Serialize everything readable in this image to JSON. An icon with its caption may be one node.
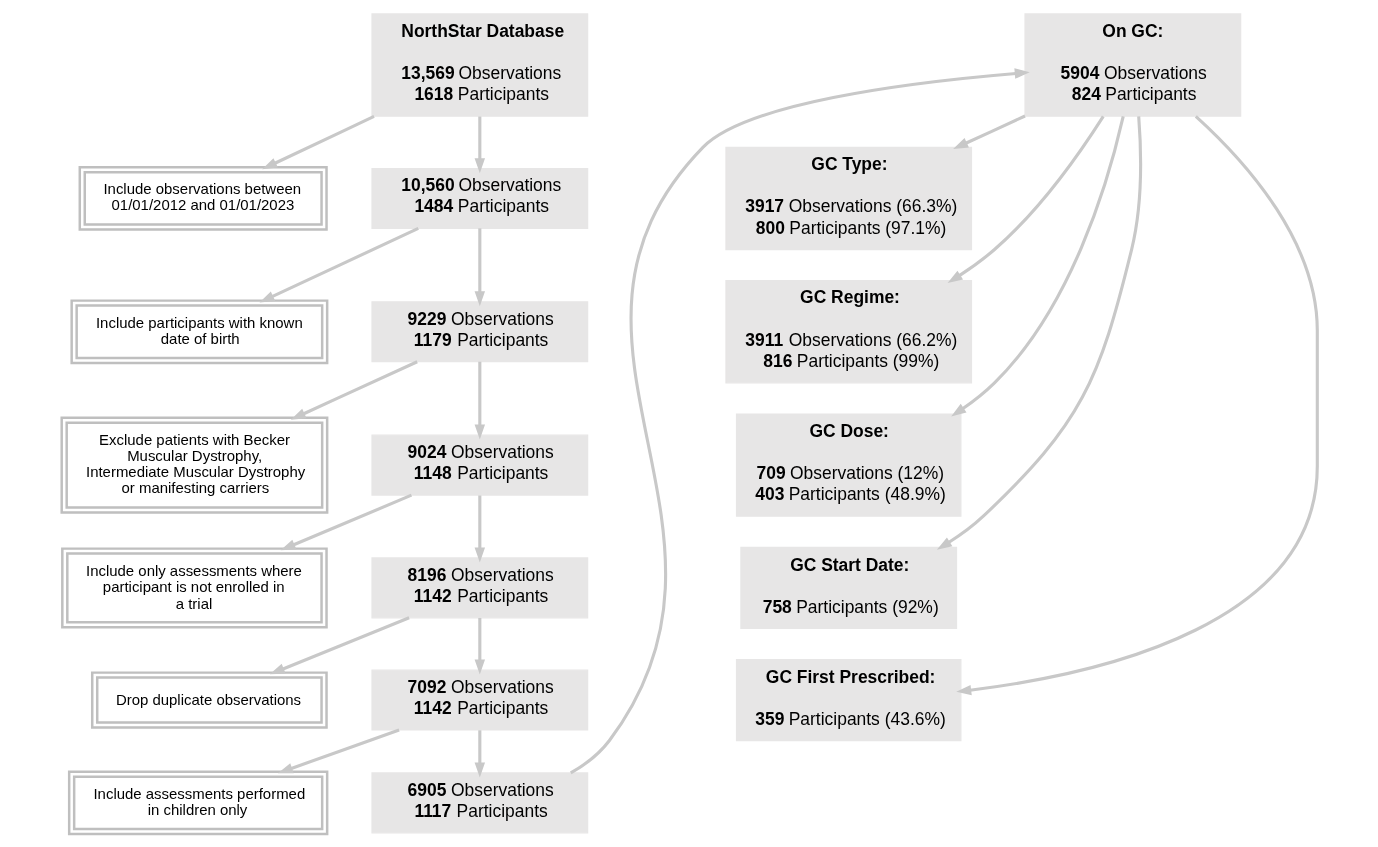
{
  "diagram": {
    "nodes": [
      {
        "text": [
          "NorthStar Database",
          "**13,569** Observations",
          "**1618** Participants"
        ]
      },
      {
        "text": [
          "Include observations between 01/01/2012 and 01/01/2023"
        ]
      },
      {
        "text": [
          "**10,560** Observations",
          "**1484** Participants"
        ]
      },
      {
        "text": [
          "Include participants with known date of birth"
        ]
      },
      {
        "text": [
          "**9229** Observations",
          "**1179** Participants"
        ]
      },
      {
        "text": [
          "Exclude patients with Becker Muscular Dystrophy, Intermediate Muscular Dystrophy or manifesting carriers"
        ]
      },
      {
        "text": [
          "**9024** Observations",
          "**1148** Participants"
        ]
      },
      {
        "text": [
          "Include only assessments where participant is not enrolled in a trial"
        ]
      },
      {
        "text": [
          "**8196** Observations",
          "**1142** Participants"
        ]
      },
      {
        "text": [
          "Drop duplicate observations"
        ]
      },
      {
        "text": [
          "**7092** Observations",
          "**1142** Participants"
        ]
      },
      {
        "text": [
          "Include assessments performed in children only"
        ]
      },
      {
        "text": [
          "**6905** Observations",
          "**1117** Participants"
        ]
      },
      {
        "text": [
          "On GC:",
          "**5904** Observations",
          "**824** Participants"
        ]
      },
      {
        "text": [
          "GC Type:",
          "**3917** Observations (66.3%)",
          "**800** Participants (97.1%)"
        ]
      },
      {
        "text": [
          "GC Regime:",
          "**3911** Observations (66.2%)",
          "**816** Participants (99%)"
        ]
      },
      {
        "text": [
          "GC Dose:",
          "**709** Observations (12%)",
          "**403** Participants (48.9%)"
        ]
      },
      {
        "text": [
          "GC Start Date:",
          "**758** Participants (92%)"
        ]
      },
      {
        "text": [
          "GC First Prescribed:",
          "**359** Participants (43.6%)"
        ]
      }
    ],
    "edges": [
      {
        "from": 0,
        "to": 2,
        "arrow": "to"
      },
      {
        "from": 0,
        "to": 1,
        "arrow": "to"
      },
      {
        "from": 2,
        "to": 4,
        "arrow": "to"
      },
      {
        "from": 2,
        "to": 3,
        "arrow": "to"
      },
      {
        "from": 4,
        "to": 6,
        "arrow": "to"
      },
      {
        "from": 4,
        "to": 5,
        "arrow": "to"
      },
      {
        "from": 6,
        "to": 8,
        "arrow": "to"
      },
      {
        "from": 6,
        "to": 7,
        "arrow": "to"
      },
      {
        "from": 8,
        "to": 10,
        "arrow": "to"
      },
      {
        "from": 8,
        "to": 9,
        "arrow": "to"
      },
      {
        "from": 10,
        "to": 12,
        "arrow": "to"
      },
      {
        "from": 10,
        "to": 11,
        "arrow": "to"
      },
      {
        "from": 12,
        "to": 13,
        "arrow": "to"
      },
      {
        "from": 13,
        "to": 14,
        "arrow": "to"
      },
      {
        "from": 13,
        "to": 15,
        "arrow": "to"
      },
      {
        "from": 13,
        "to": 16,
        "arrow": "to"
      },
      {
        "from": 13,
        "to": 17,
        "arrow": "to"
      },
      {
        "from": 13,
        "to": 18,
        "arrow": "to"
      }
    ]
  }
}
